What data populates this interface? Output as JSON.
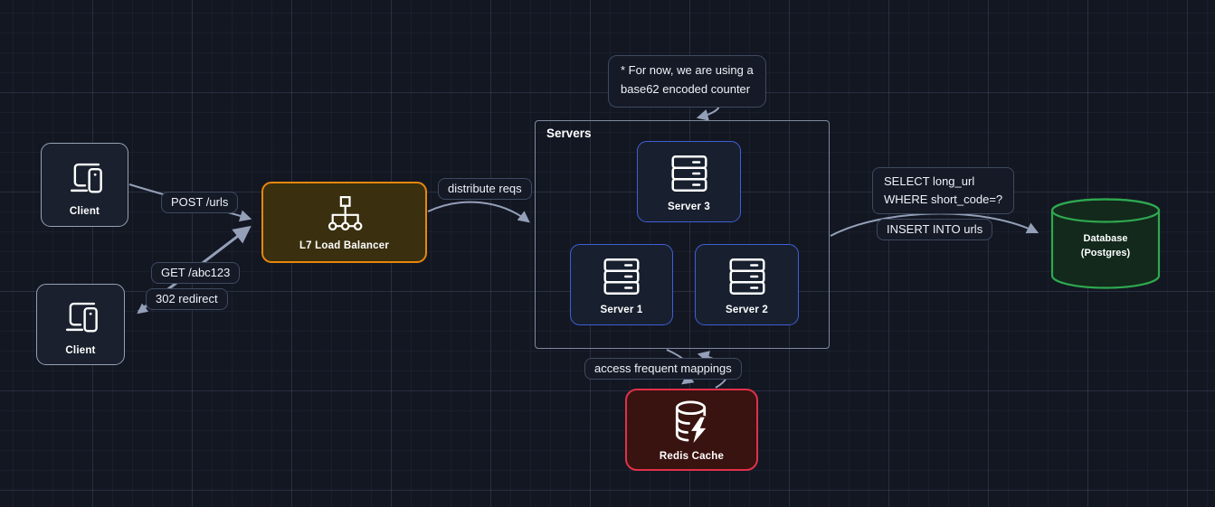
{
  "canvas": {
    "background": "#131722",
    "grid_minor": "rgba(125,145,185,0.065)",
    "grid_major": "rgba(130,150,190,0.13)"
  },
  "colors": {
    "arrow": "#94a0b8",
    "client_border": "#96a1b6",
    "client_fill": "#1a202d",
    "lb_border": "#e8860d",
    "lb_fill": "#3a300f",
    "server_border": "#3f5fd7",
    "server_fill": "#18202f",
    "servers_group_border": "#7e8aa0",
    "redis_border": "#e0314b",
    "redis_fill": "#391310",
    "db_border": "#2fa84f",
    "db_fill": "#12291c",
    "pill_border": "#3e4a61",
    "pill_fill": "#151a26"
  },
  "nodes": {
    "client1": {
      "label": "Client"
    },
    "client2": {
      "label": "Client"
    },
    "load_balancer": {
      "label": "L7 Load Balancer"
    },
    "servers_group": {
      "label": "Servers"
    },
    "server1": {
      "label": "Server 1"
    },
    "server2": {
      "label": "Server 2"
    },
    "server3": {
      "label": "Server 3"
    },
    "redis": {
      "label": "Redis Cache"
    },
    "database": {
      "line1": "Database",
      "line2": "(Postgres)"
    }
  },
  "edge_labels": {
    "post_urls": "POST /urls",
    "get_abc123": "GET /abc123",
    "redirect_302": "302 redirect",
    "distribute_reqs": "distribute reqs",
    "select_line1": "SELECT long_url",
    "select_line2": "WHERE short_code=?",
    "insert_urls": "INSERT INTO urls",
    "access_mappings": "access frequent mappings"
  },
  "note": {
    "line1": "* For now, we are using a",
    "line2": "base62 encoded counter"
  },
  "icons": {
    "client": "devices-icon",
    "load_balancer": "network-tree-icon",
    "server": "server-rack-icon",
    "redis": "database-lightning-icon",
    "database": "cylinder-shape"
  }
}
